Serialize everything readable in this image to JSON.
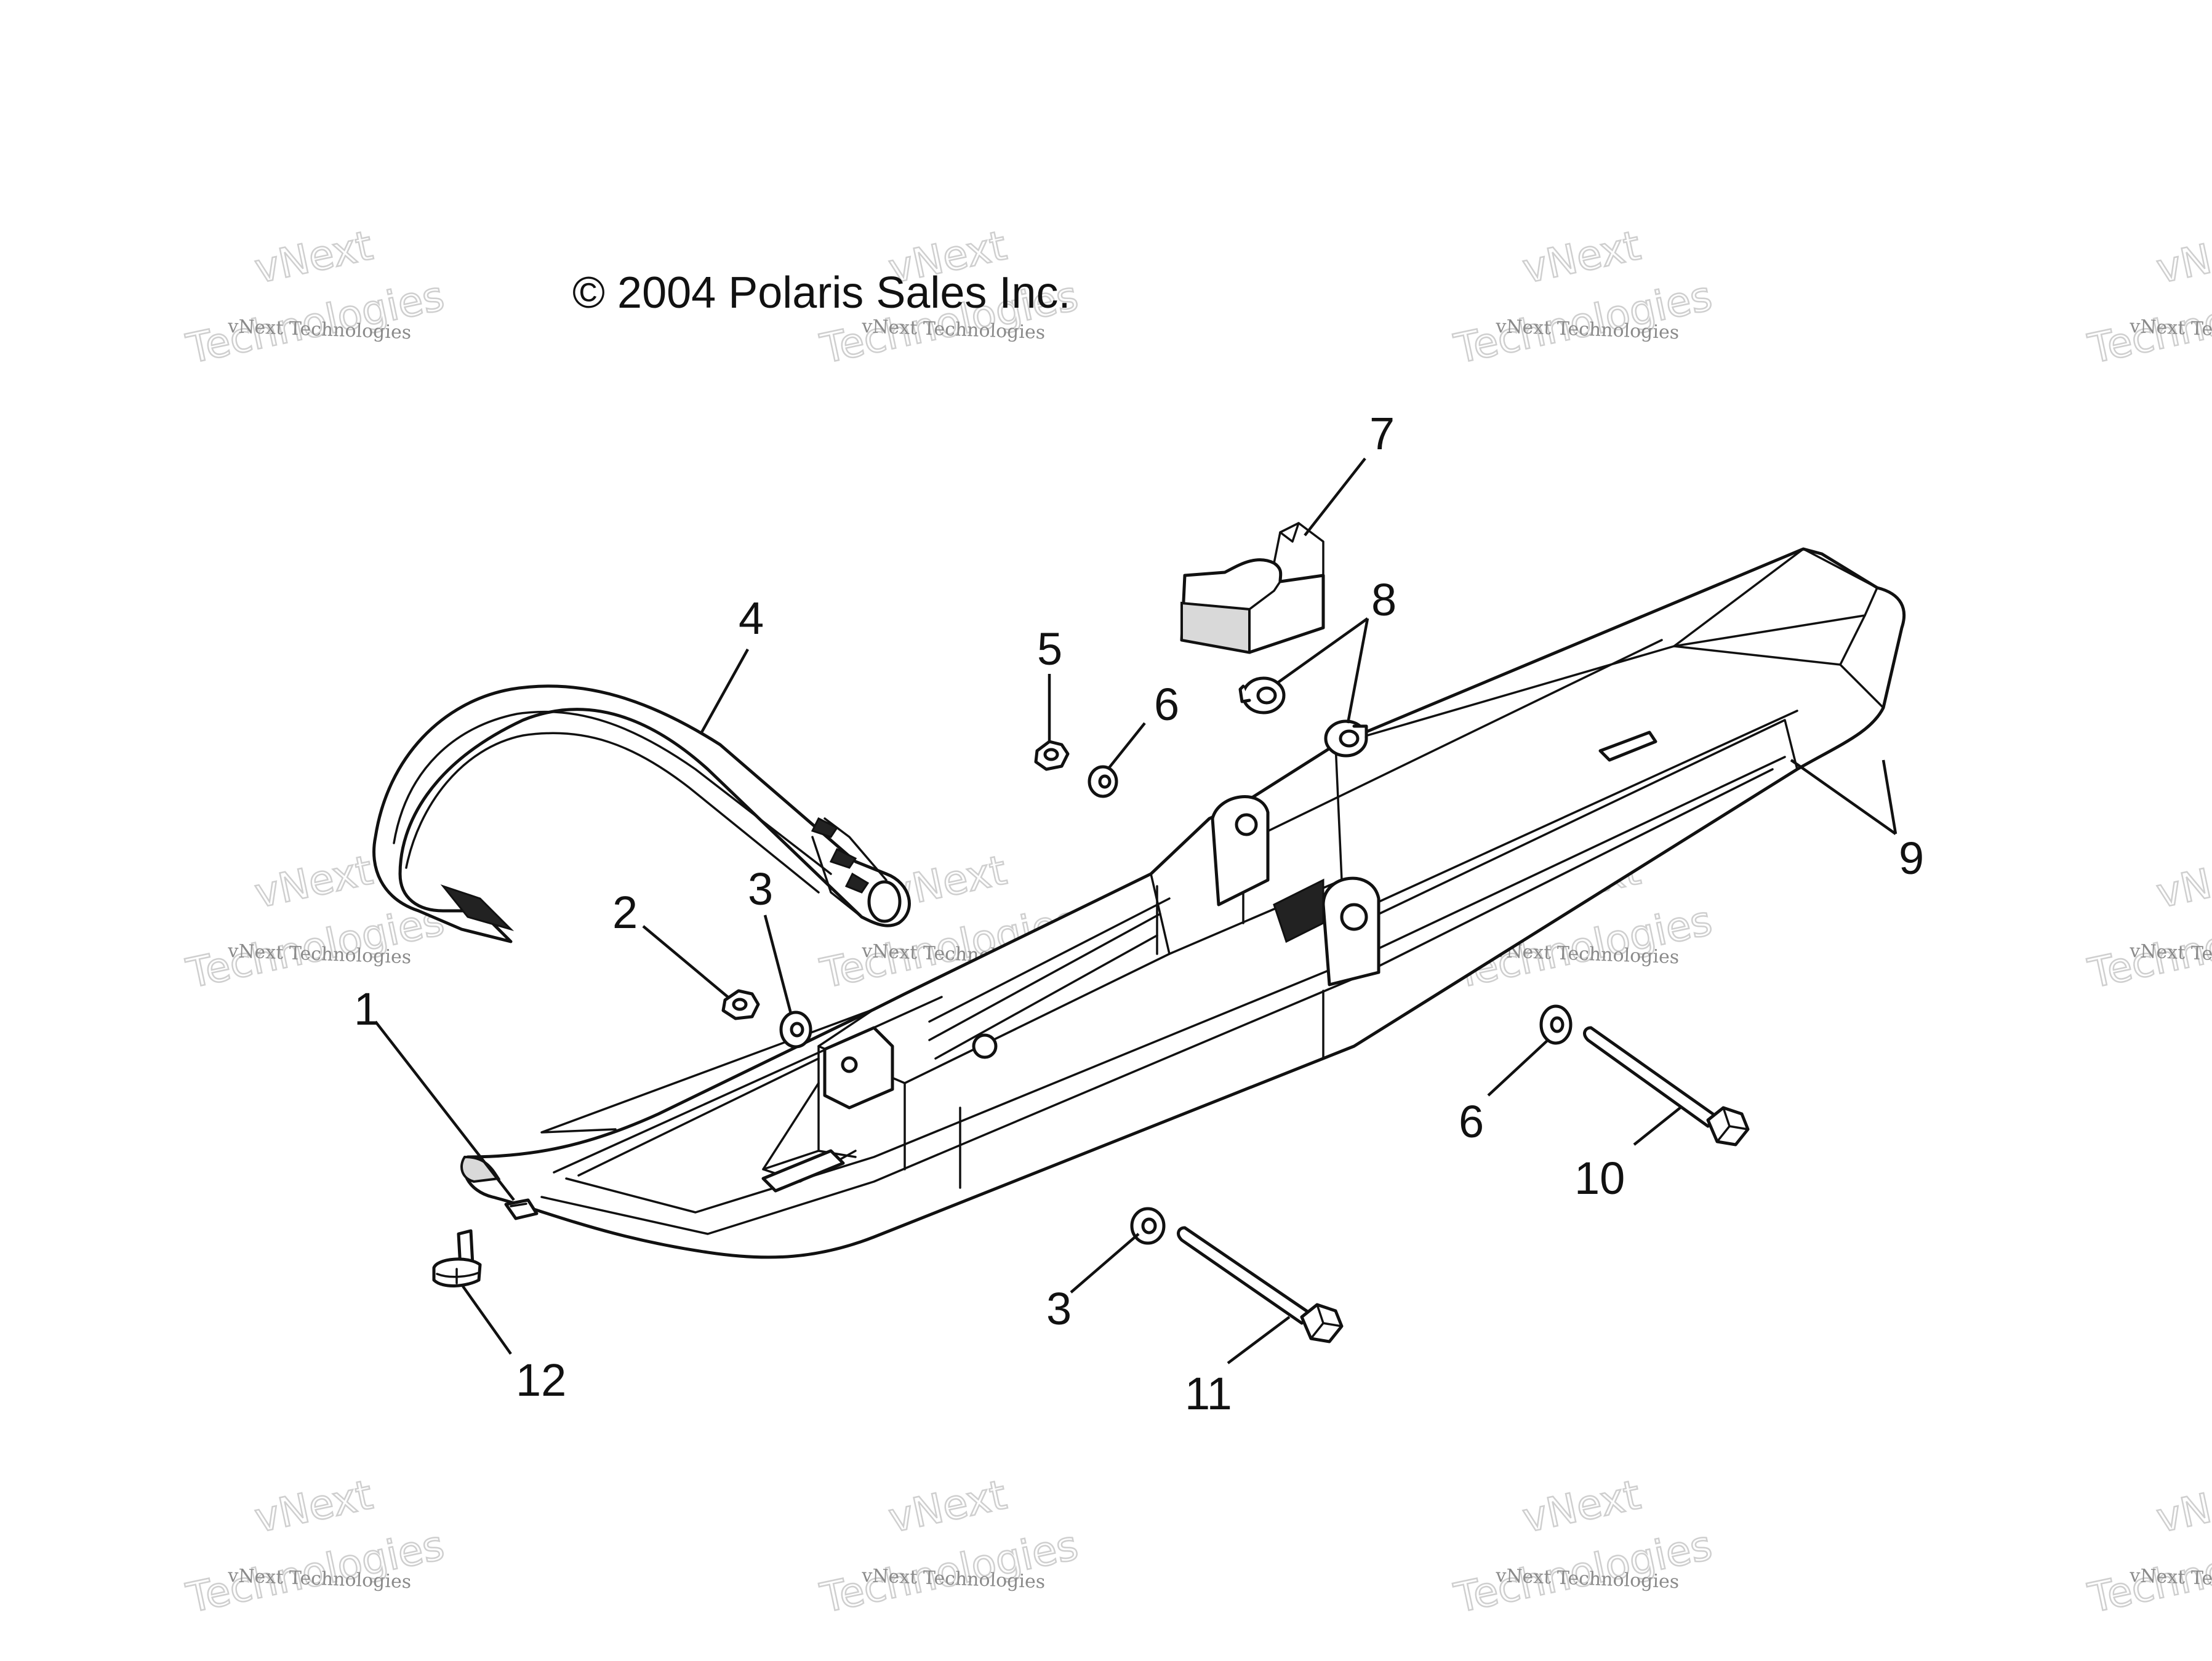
{
  "copyright": "© 2004 Polaris Sales Inc.",
  "watermark": {
    "line1": "vNext Technologies",
    "line2": "Technologies",
    "line0": "vNext"
  },
  "callouts": [
    {
      "id": "c1",
      "label": "1"
    },
    {
      "id": "c2",
      "label": "2"
    },
    {
      "id": "c3a",
      "label": "3"
    },
    {
      "id": "c3b",
      "label": "3"
    },
    {
      "id": "c4",
      "label": "4"
    },
    {
      "id": "c5",
      "label": "5"
    },
    {
      "id": "c6a",
      "label": "6"
    },
    {
      "id": "c6b",
      "label": "6"
    },
    {
      "id": "c7",
      "label": "7"
    },
    {
      "id": "c8",
      "label": "8"
    },
    {
      "id": "c9",
      "label": "9"
    },
    {
      "id": "c10",
      "label": "10"
    },
    {
      "id": "c11",
      "label": "11"
    },
    {
      "id": "c12",
      "label": "12"
    }
  ]
}
